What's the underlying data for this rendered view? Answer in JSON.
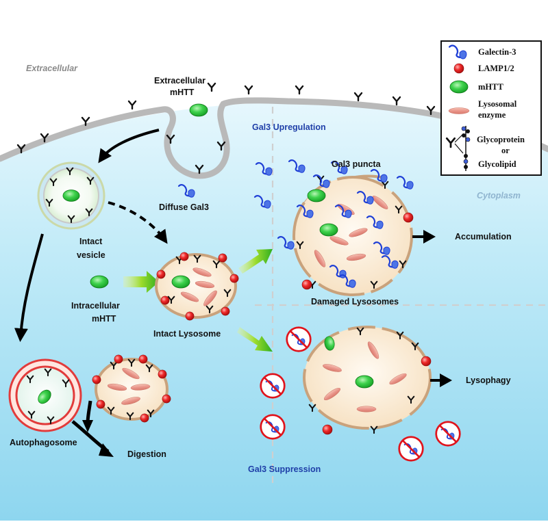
{
  "regions": {
    "extracellular": "Extracellular",
    "cytoplasm": "Cytoplasm"
  },
  "sections": {
    "upregulation": "Gal3 Upregulation",
    "suppression": "Gal3 Suppression"
  },
  "labels": {
    "extracellular_mhtt_1": "Extracellular",
    "extracellular_mhtt_2": "mHTT",
    "diffuse_gal3": "Diffuse Gal3",
    "intact_vesicle_1": "Intact",
    "intact_vesicle_2": "vesicle",
    "intracellular_mhtt_1": "Intracellular",
    "intracellular_mhtt_2": "mHTT",
    "intact_lysosome": "Intact Lysosome",
    "gal3_puncta": "Gal3 puncta",
    "damaged_lysosomes": "Damaged Lysosomes",
    "accumulation": "Accumulation",
    "lysophagy": "Lysophagy",
    "autophagosome": "Autophagosome",
    "digestion": "Digestion"
  },
  "legend": {
    "items": [
      {
        "icon": "galectin3-icon",
        "label": "Galectin-3"
      },
      {
        "icon": "lamp-icon",
        "label": "LAMP1/2"
      },
      {
        "icon": "mhtt-icon",
        "label": "mHTT"
      },
      {
        "icon": "enzyme-icon",
        "label": "Lysosomal",
        "label2": "enzyme"
      },
      {
        "icon": "glycan-icon",
        "label": "Glycoprotein",
        "label2": "or",
        "label3": "Glycolipid"
      }
    ]
  },
  "colors": {
    "galectin": "#1f3fd6",
    "lamp": "#e0141c",
    "mhtt": "#1fbf32",
    "enzyme": "#e9a08e",
    "lysosome_fill": "#fbe9cf",
    "lysosome_rim": "#c9a27c",
    "membrane": "#bdbdbd",
    "cytoplasm_top": "#d8f2fb",
    "cytoplasm_bottom": "#9fdcf1"
  }
}
